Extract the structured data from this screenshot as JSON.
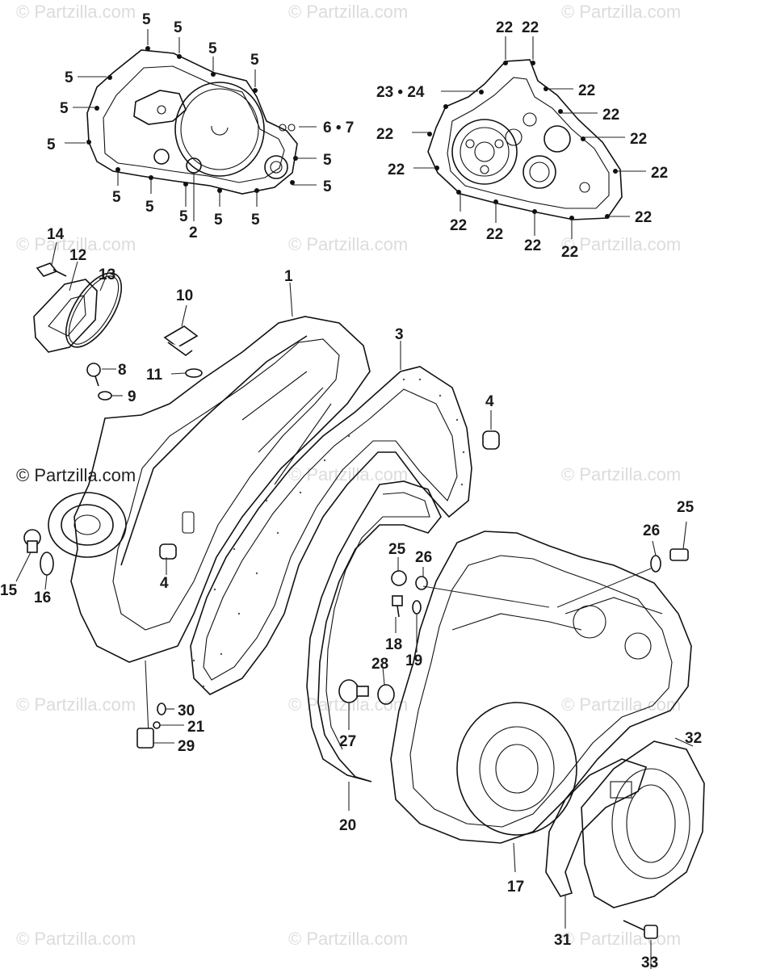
{
  "brand": "© Partzilla.com",
  "watermark": "© Partzilla.com",
  "callouts": {
    "c1": "1",
    "c2": "2",
    "c3": "3",
    "c4": "4",
    "c5": "5",
    "c67": "6 • 7",
    "c8": "8",
    "c9": "9",
    "c10": "10",
    "c11": "11",
    "c12": "12",
    "c13": "13",
    "c14": "14",
    "c15": "15",
    "c16": "16",
    "c17": "17",
    "c18": "18",
    "c19": "19",
    "c20": "20",
    "c21": "21",
    "c22": "22",
    "c2324": "23 • 24",
    "c25": "25",
    "c26": "26",
    "c27": "27",
    "c28": "28",
    "c29": "29",
    "c30": "30",
    "c31": "31",
    "c32": "32",
    "c33": "33"
  }
}
